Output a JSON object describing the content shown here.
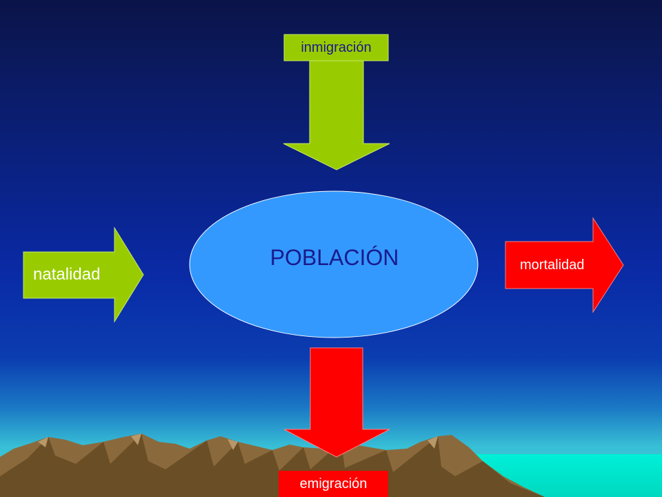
{
  "diagram": {
    "center": {
      "label": "POBLACIÓN",
      "color": "#3399ff"
    },
    "inflows": [
      {
        "id": "inmigracion",
        "label": "inmigración",
        "color": "#99cc00"
      },
      {
        "id": "natalidad",
        "label": "natalidad",
        "color": "#99cc00"
      }
    ],
    "outflows": [
      {
        "id": "mortalidad",
        "label": "mortalidad",
        "color": "#ff0000"
      },
      {
        "id": "emigracion",
        "label": "emigración",
        "color": "#ff0000"
      }
    ]
  },
  "background": {
    "sky_top": "#0a1550",
    "sky_mid": "#0a2aa0",
    "horizon": "#2fb8d8",
    "mountains": "#8a6a3a",
    "sea": "#00e8d0"
  }
}
